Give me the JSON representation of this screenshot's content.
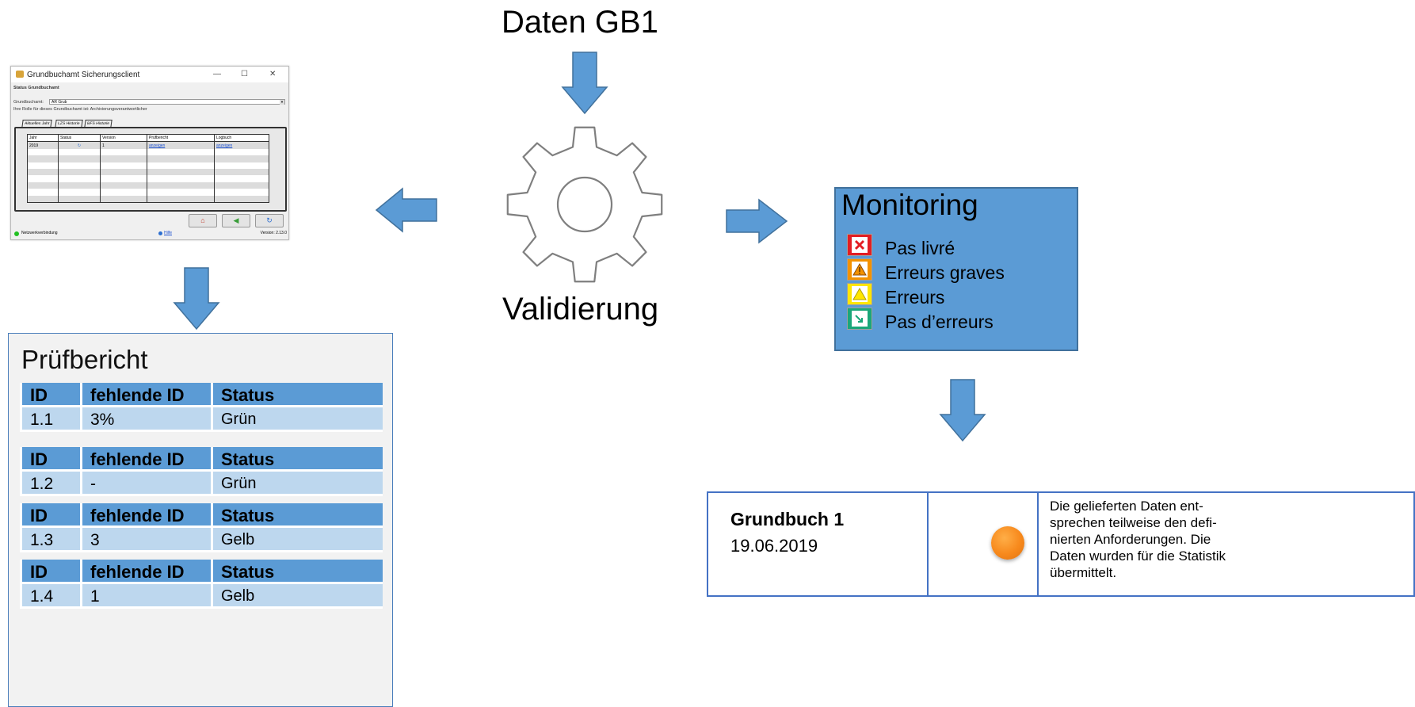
{
  "top_label": "Daten GB1",
  "center_label": "Validierung",
  "app_window": {
    "title": "Grundbuchamt Sicherungsclient",
    "window_controls": {
      "minimize": "—",
      "maximize": "☐",
      "close": "✕"
    },
    "section_title": "Status Grundbuchamt",
    "grundbuchamt_label": "Grundbuchamt:",
    "grundbuchamt_value": "AR Grub",
    "role_text": "Ihre Rolle für dieses Grundbuchamt ist: Archivierungsverantwortlicher",
    "tabs": [
      "Aktuelles Jahr",
      "LZS Historie",
      "BFS Historie"
    ],
    "table": {
      "headers": [
        "Jahr",
        "Status",
        "Version",
        "Prüfbericht",
        "Logbuch"
      ],
      "rows": [
        {
          "jahr": "2019",
          "status": "↻",
          "version": "1",
          "pruefbericht": "anzeigen",
          "logbuch": "anzeigen"
        }
      ]
    },
    "nav_buttons": {
      "home": "⌂",
      "back": "◀",
      "refresh": "↻"
    },
    "status": {
      "connection": "Netzwerkverbindung",
      "help": "Hilfe",
      "version": "Version: 2.13.0"
    }
  },
  "pruefbericht": {
    "title": "Prüfbericht",
    "groups": [
      {
        "headers": [
          "ID",
          "fehlende ID",
          "Status"
        ],
        "values": [
          "1.1",
          "3%",
          "Grün"
        ]
      },
      {
        "headers": [
          "ID",
          "fehlende ID",
          "Status"
        ],
        "values": [
          "1.2",
          "-",
          "Grün"
        ]
      },
      {
        "headers": [
          "ID",
          "fehlende ID",
          "Status"
        ],
        "values": [
          "1.3",
          "3",
          "Gelb"
        ]
      },
      {
        "headers": [
          "ID",
          "fehlende ID",
          "Status"
        ],
        "values": [
          "1.4",
          "1",
          "Gelb"
        ]
      }
    ]
  },
  "monitoring": {
    "title": "Monitoring",
    "items": [
      {
        "label": "Pas livré",
        "icon": "red-x-icon",
        "color": "#e31e24"
      },
      {
        "label": "Erreurs graves",
        "icon": "orange-warning-icon",
        "color": "#f39200"
      },
      {
        "label": "Erreurs",
        "icon": "yellow-warning-icon",
        "color": "#ffe600"
      },
      {
        "label": "Pas d’erreurs",
        "icon": "green-check-icon",
        "color": "#1aa779"
      }
    ]
  },
  "grundbuch_result": {
    "name": "Grundbuch 1",
    "date": "19.06.2019",
    "status_color": "#f7891c",
    "message": "Die gelieferten Daten ent-sprechen teilweise den defi-nierten Anforderungen. Die Daten wurden für die Statistik übermittelt.",
    "message_lines": [
      "Die gelieferten Daten ent-",
      "sprechen teilweise den defi-",
      "nierten Anforderungen. Die",
      "Daten wurden für die Statistik",
      "übermittelt."
    ]
  },
  "colors": {
    "arrow": "#5b9bd5",
    "arrow_border": "#41719c",
    "table_header": "#5b9bd5",
    "table_cell": "#bdd7ee"
  }
}
